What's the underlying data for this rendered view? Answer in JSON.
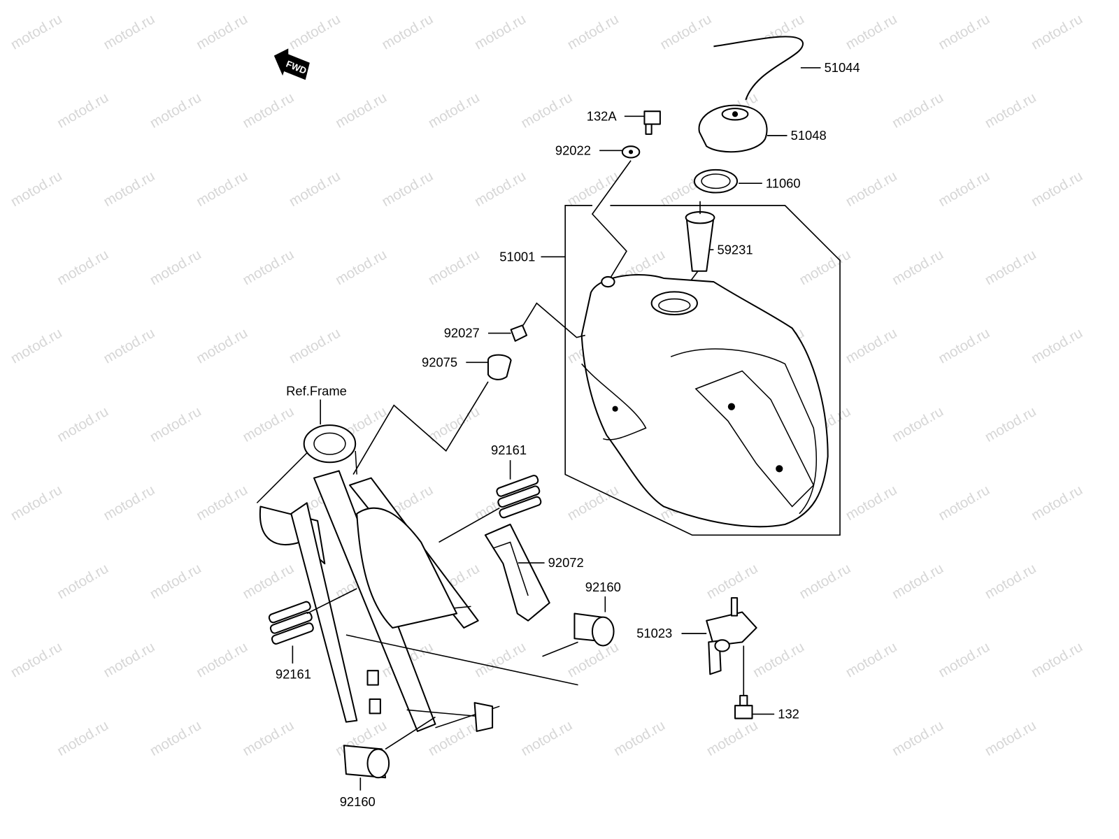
{
  "watermark": "motod.ru",
  "direction_badge": "FWD",
  "ref_label": "Ref.Frame",
  "parts": {
    "p51044": "51044",
    "p132A": "132A",
    "p51048": "51048",
    "p92022": "92022",
    "p11060": "11060",
    "p59231": "59231",
    "p51001": "51001",
    "p92027": "92027",
    "p92075": "92075",
    "p92161_top": "92161",
    "p92072": "92072",
    "p92160_right": "92160",
    "p51023": "51023",
    "p92161_left": "92161",
    "p132": "132",
    "p92160_bottom": "92160"
  }
}
